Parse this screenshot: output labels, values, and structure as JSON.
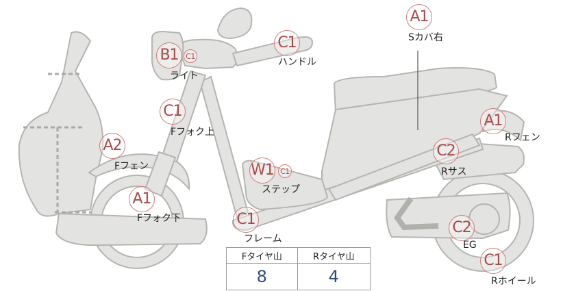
{
  "callouts": [
    {
      "id": "s-cover-right",
      "grade": "A1",
      "label": "Sカバ右"
    },
    {
      "id": "handle",
      "grade": "C1",
      "label": "ハンドル"
    },
    {
      "id": "light",
      "grade": "B1",
      "sub_grade": "C1",
      "label": "ライト"
    },
    {
      "id": "f-fork-upper",
      "grade": "C1",
      "label": "Fフォク上"
    },
    {
      "id": "r-fender",
      "grade": "A1",
      "label": "Rフェン"
    },
    {
      "id": "f-fender",
      "grade": "A2",
      "label": "Fフェン"
    },
    {
      "id": "r-suspension",
      "grade": "C2",
      "label": "Rサス"
    },
    {
      "id": "step",
      "grade": "W1",
      "sub_grade": "C1",
      "label": "ステップ"
    },
    {
      "id": "f-fork-lower",
      "grade": "A1",
      "label": "Fフォク下"
    },
    {
      "id": "frame",
      "grade": "C1",
      "label": "フレーム"
    },
    {
      "id": "engine",
      "grade": "C2",
      "label": "EG"
    },
    {
      "id": "r-wheel",
      "grade": "C1",
      "label": "Rホイール"
    }
  ],
  "tire_table": {
    "headers": [
      "Fタイヤ山",
      "Rタイヤ山"
    ],
    "values": [
      "8",
      "4"
    ]
  },
  "colors": {
    "part_fill": "#e3e3e1",
    "part_outline": "#b4b4b1",
    "grade_text": "#a94a4a",
    "tire_value_text": "#2e4a7d"
  }
}
